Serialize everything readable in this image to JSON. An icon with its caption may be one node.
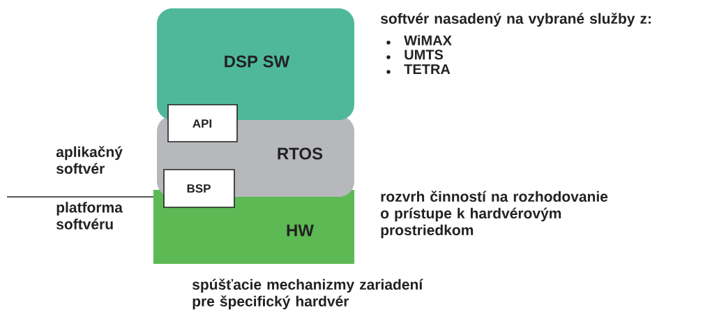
{
  "diagram": {
    "nodes": [
      {
        "text": [
          "DSP SW"
        ]
      },
      {
        "text": [
          "API"
        ]
      },
      {
        "text": [
          "RTOS"
        ]
      },
      {
        "text": [
          "BSP"
        ]
      },
      {
        "text": [
          "HW"
        ]
      }
    ],
    "labels": [
      "softvér nasadený na vybrané služby z:",
      "WiMAX",
      "UMTS",
      "TETRA",
      "aplikačný softvér",
      "platforma softvéru",
      "rozvrh činností na rozhodovanie o prístupe k hardvérovým prostriedkom",
      "spúšťacie mechanizmy zariadení pre špecifický hardvér"
    ]
  }
}
